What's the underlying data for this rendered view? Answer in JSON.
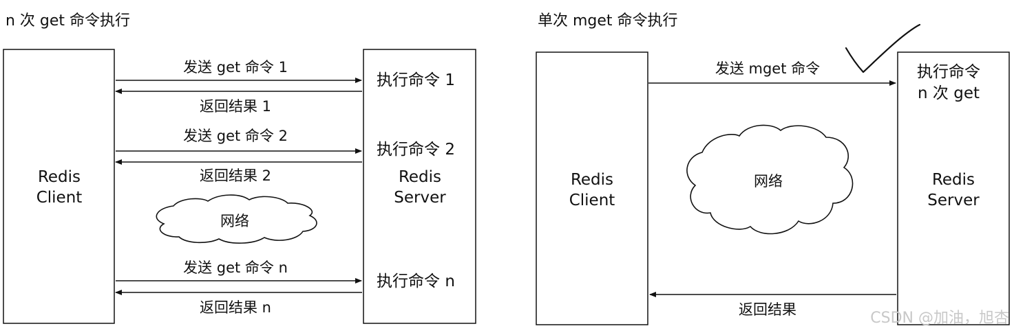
{
  "left": {
    "title": "n 次 get 命令执行",
    "client": [
      "Redis",
      "Client"
    ],
    "server": [
      "Redis",
      "Server"
    ],
    "cloud_label": "网络",
    "exchanges": [
      {
        "send": "发送 get 命令 1",
        "exec": "执行命令 1",
        "ret": "返回结果 1"
      },
      {
        "send": "发送 get 命令 2",
        "exec": "执行命令 2",
        "ret": "返回结果 2"
      },
      {
        "send": "发送 get 命令 n",
        "exec": "执行命令 n",
        "ret": "返回结果 n"
      }
    ]
  },
  "right": {
    "title": "单次 mget 命令执行",
    "client": [
      "Redis",
      "Client"
    ],
    "server": [
      "Redis",
      "Server"
    ],
    "cloud_label": "网络",
    "send": "发送 mget 命令",
    "exec": [
      "执行命令",
      "n 次 get"
    ],
    "ret": "返回结果"
  },
  "watermark": "CSDN @加油，旭杏"
}
